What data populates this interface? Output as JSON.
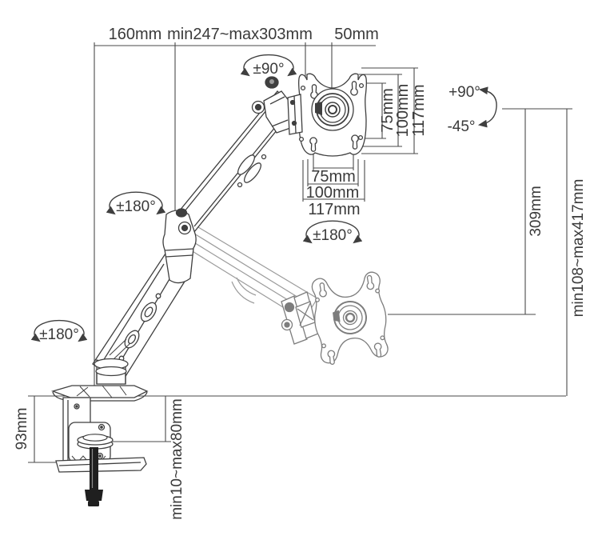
{
  "drawing": {
    "type": "technical-line-drawing",
    "subject": "gas spring desk mount monitor arm with dimension annotations"
  },
  "dimensions": {
    "top": {
      "base_offset": "160mm",
      "arm_reach": "min247~max303mm",
      "vesa_offset": "50mm"
    },
    "vesa_plate": {
      "vertical": [
        "75mm",
        "100mm",
        "117mm"
      ],
      "horizontal": [
        "75mm",
        "100mm",
        "117mm"
      ]
    },
    "height": {
      "travel": "309mm",
      "range": "min108~max417mm"
    },
    "clamp": {
      "bracket_height": "93mm",
      "desk_thickness": "min10~max80mm"
    }
  },
  "angles": {
    "vesa_rotation": "±90°",
    "tilt_up": "+90°",
    "tilt_down": "-45°",
    "upper_arm_swivel": "±180°",
    "monitor_swivel": "±180°",
    "base_swivel": "±180°"
  },
  "colors": {
    "line": "#3f3f3f",
    "dim_line": "#4a4a4a",
    "ghost": "#9b9b9b",
    "lowered_position": "#7d7d7d",
    "screw": "#1f1f1f",
    "background": "#ffffff"
  }
}
